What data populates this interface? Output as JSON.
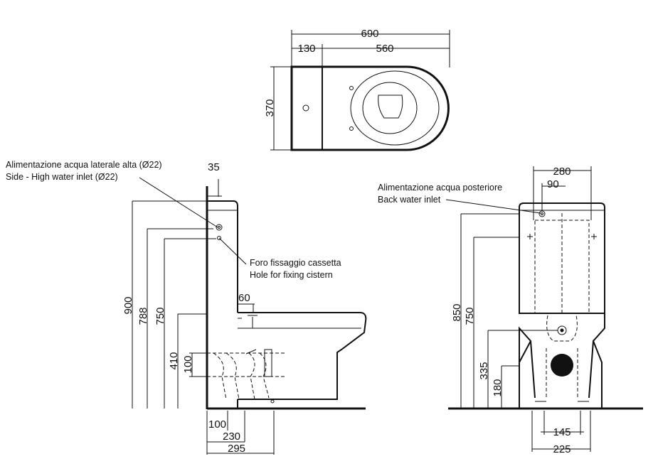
{
  "top_view": {
    "dims": {
      "overall": "690",
      "tank": "130",
      "bowl": "560",
      "width": "370"
    }
  },
  "side_view": {
    "labels": {
      "inlet_it": "Alimentazione acqua laterale alta (Ø22)",
      "inlet_en": "Side - High water inlet (Ø22)",
      "fix_it": "Foro fissaggio cassetta",
      "fix_en": "Hole for fixing cistern"
    },
    "dims": {
      "wall_gap": "35",
      "seat_hinge": "60",
      "h900": "900",
      "h788": "788",
      "h750": "750",
      "h410": "410",
      "h100": "100",
      "b100": "100",
      "b230": "230",
      "b295": "295"
    }
  },
  "front_view": {
    "labels": {
      "inlet_it": "Alimentazione acqua posteriore",
      "inlet_en": "Back water inlet"
    },
    "dims": {
      "w280": "280",
      "w90": "90",
      "h850": "850",
      "h750": "750",
      "h335": "335",
      "h180": "180",
      "b145": "145",
      "b225": "225"
    }
  }
}
